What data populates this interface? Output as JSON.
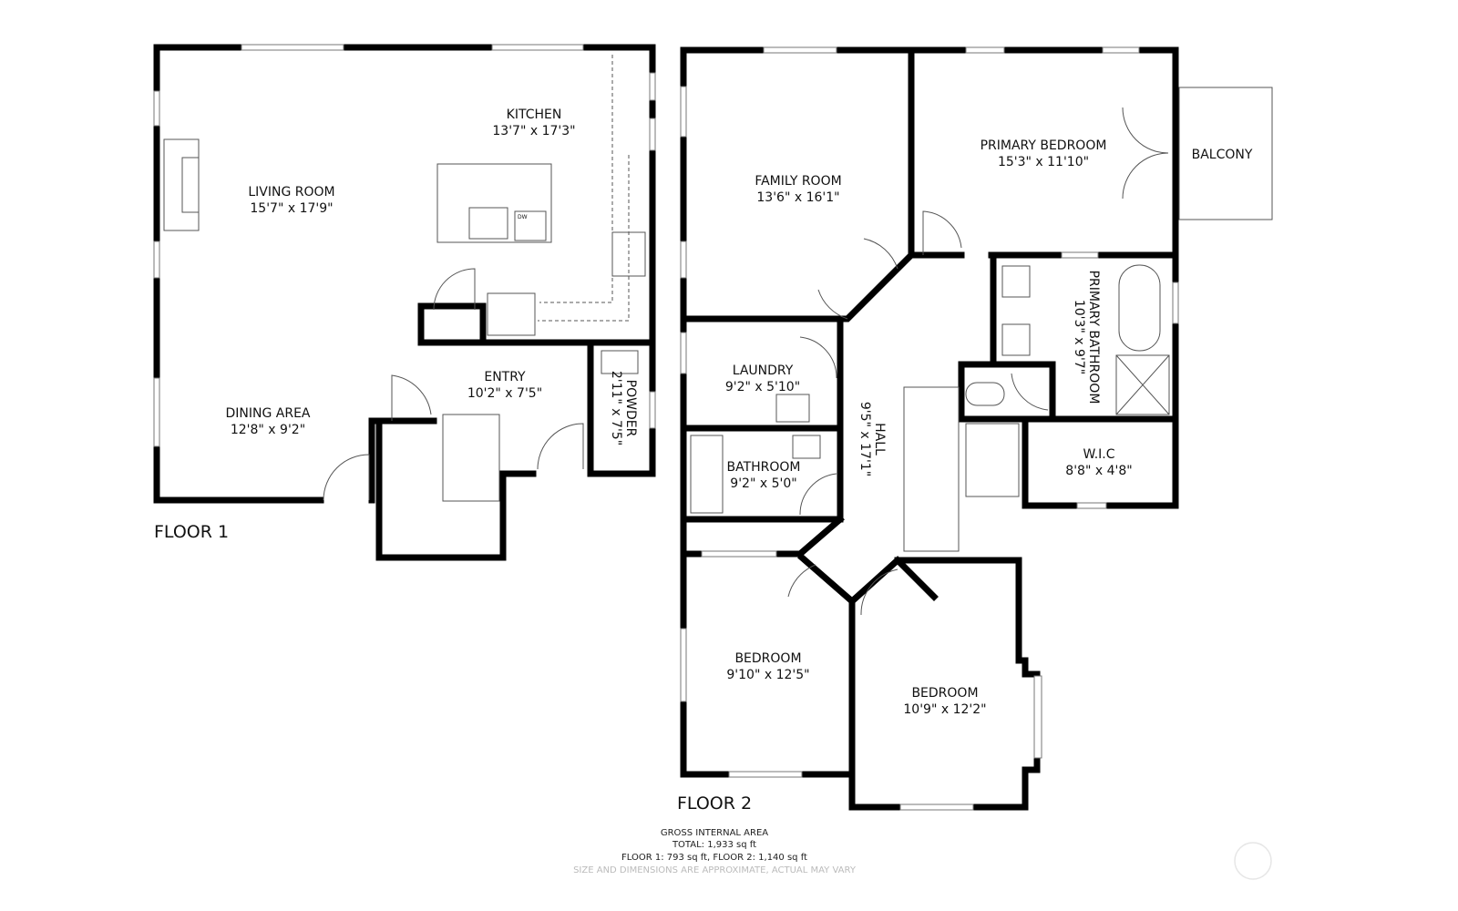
{
  "floors": [
    {
      "label": "FLOOR 1",
      "rooms": [
        {
          "name": "KITCHEN",
          "dims": "13'7\" x 17'3\""
        },
        {
          "name": "LIVING ROOM",
          "dims": "15'7\" x 17'9\""
        },
        {
          "name": "ENTRY",
          "dims": "10'2\" x 7'5\""
        },
        {
          "name": "DINING AREA",
          "dims": "12'8\" x 9'2\""
        },
        {
          "name": "POWDER",
          "dims": "2'11\" x 7'5\""
        }
      ]
    },
    {
      "label": "FLOOR 2",
      "rooms": [
        {
          "name": "FAMILY ROOM",
          "dims": "13'6\" x 16'1\""
        },
        {
          "name": "PRIMARY BEDROOM",
          "dims": "15'3\" x 11'10\""
        },
        {
          "name": "BALCONY",
          "dims": ""
        },
        {
          "name": "PRIMARY BATHROOM",
          "dims": "10'3\" x 9'7\""
        },
        {
          "name": "LAUNDRY",
          "dims": "9'2\" x 5'10\""
        },
        {
          "name": "HALL",
          "dims": "9'5\" x 17'1\""
        },
        {
          "name": "BATHROOM",
          "dims": "9'2\" x 5'0\""
        },
        {
          "name": "W.I.C",
          "dims": "8'8\" x 4'8\""
        },
        {
          "name": "BEDROOM",
          "dims": "9'10\" x 12'5\""
        },
        {
          "name": "BEDROOM",
          "dims": "10'9\" x 12'2\""
        }
      ]
    }
  ],
  "appliance_label": "DW",
  "footer": {
    "title": "GROSS INTERNAL AREA",
    "total": "TOTAL: 1,933 sq ft",
    "floors": "FLOOR 1: 793 sq ft, FLOOR 2: 1,140 sq ft",
    "disclaimer": "SIZE AND DIMENSIONS ARE APPROXIMATE, ACTUAL MAY VARY"
  }
}
